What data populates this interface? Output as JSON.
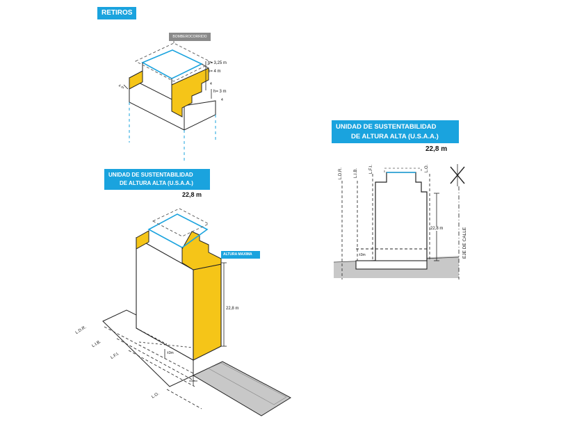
{
  "title": "RETIROS",
  "top_block": {
    "tag": "BOMBEROCORRIDO",
    "dim_1": "h= 3,25 m",
    "dim_2": "h= 4 m",
    "dim_3": "h= 3 m",
    "dim_side": "4 m",
    "dim_step_a": "4",
    "dim_step_b": "4"
  },
  "usaa_main": {
    "line1": "UNIDAD DE SUSTENTABILIDAD",
    "line2": "DE ALTURA ALTA (U.S.A.A.)",
    "height": "22,8 m"
  },
  "usaa_section": {
    "line1": "UNIDAD DE SUSTENTABILIDAD",
    "line2": "DE ALTURA ALTA (U.S.A.A.)",
    "height": "22,8 m"
  },
  "iso_building": {
    "tag": "ALTURA MAXIMA",
    "dim": "22,8 m",
    "small_dim": "±3m",
    "lines": [
      "L.D.R.",
      "L.I.B.",
      "L.F.I.",
      "L.O."
    ]
  },
  "section": {
    "dim": "22,8 m",
    "small_dim": "±3m",
    "lines": [
      "L.D.R.",
      "L.I.B.",
      "L.F.I.",
      "L.O."
    ],
    "street_axis": "EJE DE CALLE"
  },
  "colors": {
    "accent_blue": "#1aa3de",
    "yellow": "#f5c518",
    "ground": "#c8c8c8"
  }
}
